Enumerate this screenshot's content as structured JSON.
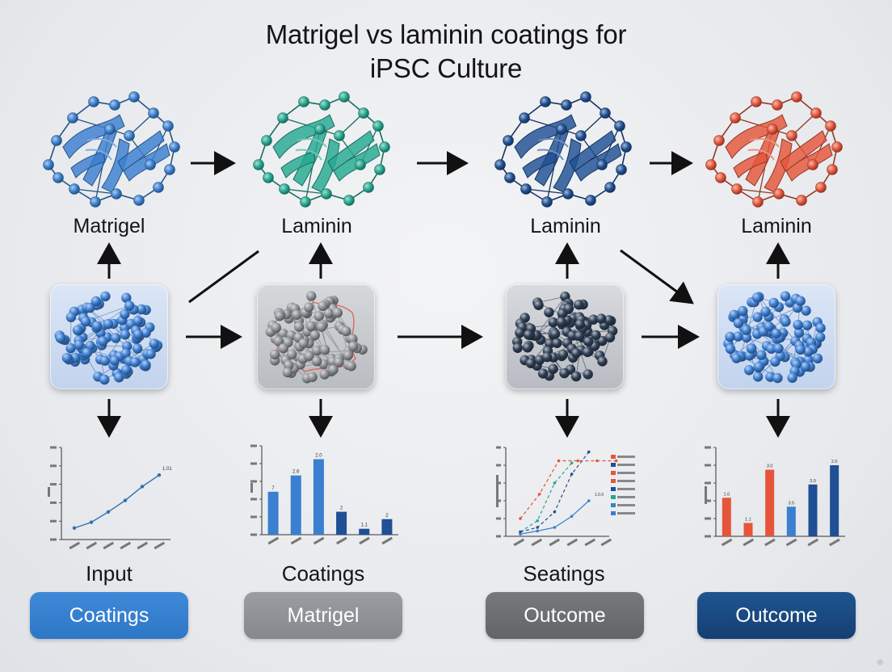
{
  "title": {
    "line1": "Matrigel vs laminin coatings for",
    "line2": "iPSC Culture"
  },
  "colors": {
    "blue": "#3a7fd0",
    "teal": "#25a890",
    "navy": "#1f4f94",
    "red": "#e5553a",
    "gray": "#8c8f94",
    "darkgray": "#6b6e72",
    "darknavy": "#174a87"
  },
  "columns": [
    {
      "protein_label": "Matrigel",
      "protein_color": "blue",
      "box_style": "blue-spheres",
      "bottom_label": "Input",
      "pill": "Coatings",
      "pill_color": "blue"
    },
    {
      "protein_label": "Laminin",
      "protein_color": "teal",
      "box_style": "gray-spheres-red",
      "bottom_label": "Coatings",
      "pill": "Matrigel",
      "pill_color": "gray"
    },
    {
      "protein_label": "Laminin",
      "protein_color": "navy",
      "box_style": "dark-spheres",
      "bottom_label": "Seatings",
      "pill": "Outcome",
      "pill_color": "darkgray"
    },
    {
      "protein_label": "Laminin",
      "protein_color": "red",
      "box_style": "blue-spheres",
      "bottom_label": "",
      "pill": "Outcome",
      "pill_color": "darknavy"
    }
  ],
  "chart_data": [
    {
      "type": "line",
      "series": [
        {
          "values": [
            20,
            30,
            48,
            68,
            92,
            112
          ]
        }
      ],
      "ylim": [
        0,
        160
      ],
      "data_labels": [
        "1.01"
      ]
    },
    {
      "type": "bar",
      "values": [
        5.8,
        8,
        10.2,
        3.1,
        0.8,
        2.1
      ],
      "colors": [
        "#3a7fd0",
        "#3a7fd0",
        "#3a7fd0",
        "#1f4f94",
        "#1f4f94",
        "#1f4f94"
      ],
      "data_labels": [
        "7",
        "2.6",
        "2.0",
        "2",
        "1.1",
        "2"
      ],
      "ylim": [
        0,
        12
      ]
    },
    {
      "type": "line",
      "series": [
        {
          "values": [
            40,
            95,
            170,
            170,
            170,
            170
          ],
          "color": "#e5553a",
          "dashed": true
        },
        {
          "values": [
            10,
            35,
            120,
            165
          ],
          "color": "#25a890",
          "dashed": true
        },
        {
          "values": [
            10,
            20,
            55,
            140,
            190
          ],
          "color": "#1f4f94",
          "dashed": true
        },
        {
          "values": [
            5,
            12,
            20,
            45,
            80
          ],
          "color": "#3a7fd0",
          "dashed": false
        }
      ],
      "ylim": [
        0,
        200
      ],
      "data_labels": [
        "1.0.0"
      ]
    },
    {
      "type": "bar",
      "values": [
        2.6,
        0.9,
        4.5,
        2.0,
        3.5,
        4.8
      ],
      "colors": [
        "#e5553a",
        "#e5553a",
        "#e5553a",
        "#3a7fd0",
        "#1f4f94",
        "#1f4f94"
      ],
      "data_labels": [
        "1.0",
        "1.1",
        "3.0",
        "3.5",
        "3.0",
        "2.0"
      ],
      "ylim": [
        0,
        6
      ]
    }
  ]
}
